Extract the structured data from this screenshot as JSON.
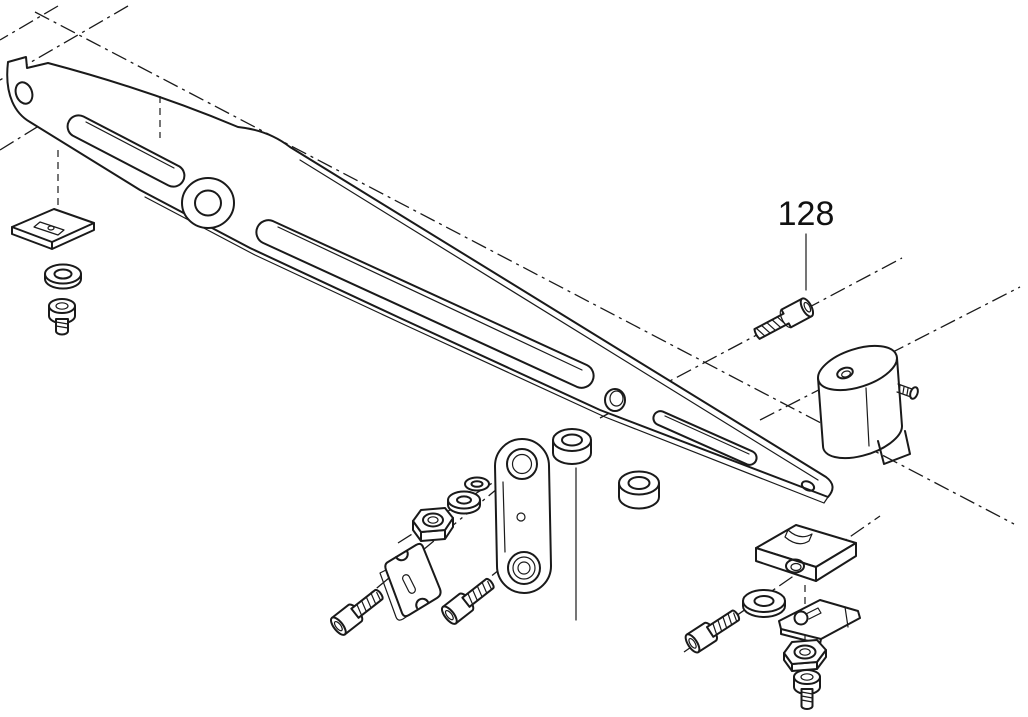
{
  "diagram": {
    "type": "exploded-parts-diagram",
    "background_color": "#ffffff",
    "line_color": "#1a1a1a",
    "part_label": "128",
    "parts": [
      "main-arm",
      "end-clamp-plate",
      "flat-washer-top-left",
      "socket-screw-top-left",
      "socket-head-screw-128",
      "cylinder-clamp",
      "connecting-link",
      "bushing-upper",
      "bushing-lower",
      "hex-nut-middle",
      "flat-washer-middle",
      "washer-small-middle",
      "notched-guide-plate",
      "cap-screw-lower-left-1",
      "cap-screw-lower-left-2",
      "clamp-block",
      "washer-lower-right",
      "latch-plate",
      "cap-screw-lower-right",
      "hex-nut-bottom",
      "socket-screw-bottom"
    ]
  }
}
